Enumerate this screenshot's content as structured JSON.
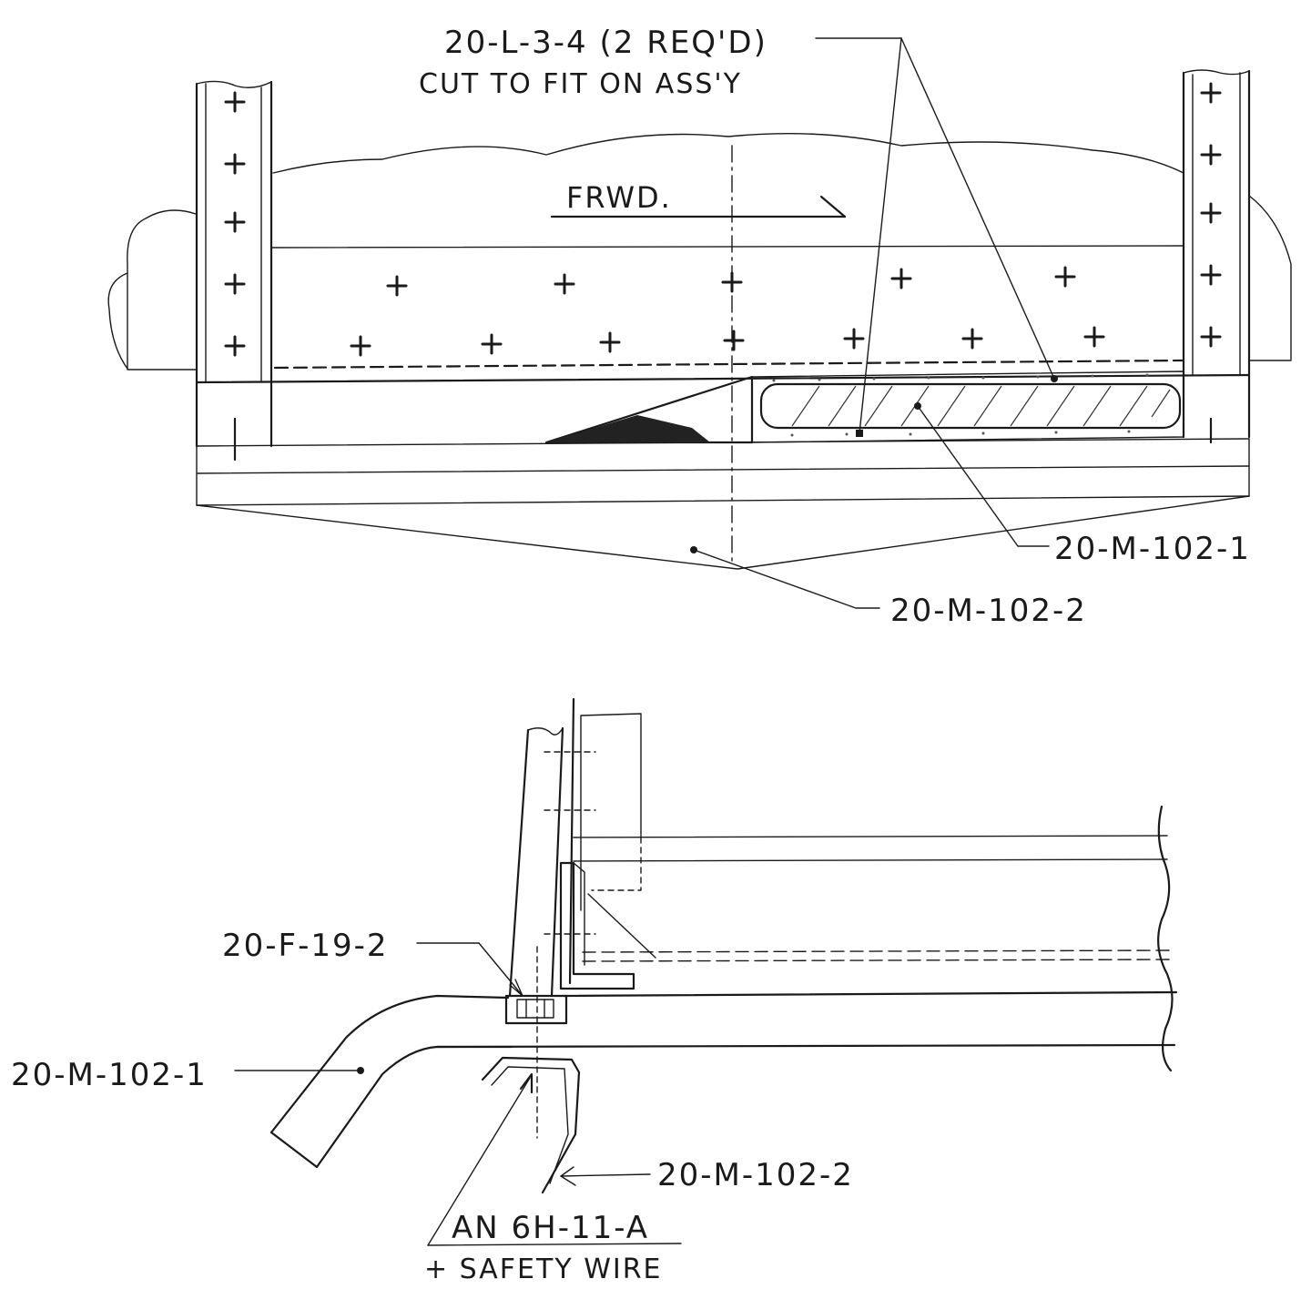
{
  "labels": {
    "part_20_l_3_4": "20-L-3-4 (2 REQ'D)",
    "cut_note": "CUT TO FIT ON ASS'Y",
    "forward": "FRWD.",
    "top_20_m_102_1": "20-M-102-1",
    "top_20_m_102_2": "20-M-102-2",
    "part_20_f_19_2": "20-F-19-2",
    "bottom_20_m_102_1": "20-M-102-1",
    "bottom_20_m_102_2": "20-M-102-2",
    "an6h_11_a": "AN 6H-11-A",
    "safety_wire": "+ SAFETY WIRE"
  },
  "icons": {
    "rivet": "plus-mark",
    "forward_arrow": "half-arrow",
    "leader_dot": "dot"
  },
  "colors": {
    "ink": "#1a1a1a",
    "paper": "#ffffff"
  }
}
